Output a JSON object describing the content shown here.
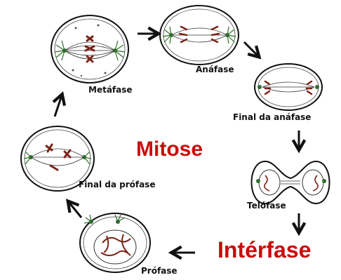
{
  "diagram": {
    "center_title": "Mitose",
    "interphase": "Intérfase",
    "stages": {
      "metaphase": "Metáfase",
      "anaphase": "Anáfase",
      "late_anaphase": "Final da anáfase",
      "telophase": "Telófase",
      "late_prophase": "Final da prófase",
      "prophase": "Prófase"
    },
    "colors": {
      "title": "#cc0a0a",
      "chromosome": "#7a2418",
      "centrosome": "#2f6d2c",
      "ink": "#111111"
    }
  }
}
